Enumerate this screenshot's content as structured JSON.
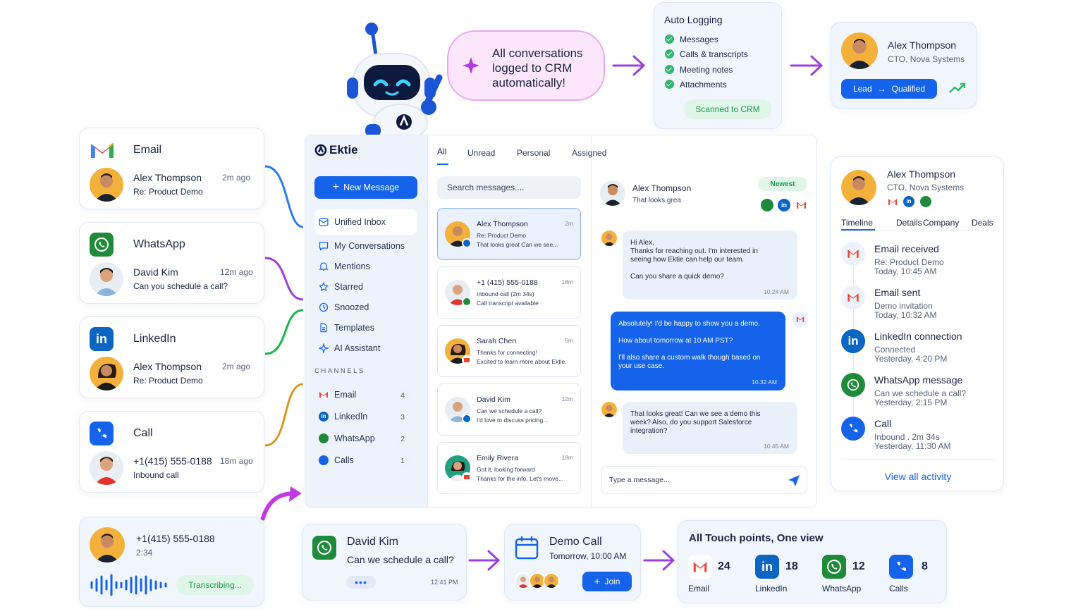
{
  "bot_bubble": {
    "text_line1": "All conversations",
    "text_line2": "logged to CRM",
    "text_line3": "automatically!"
  },
  "auto_logging": {
    "title": "Auto Logging",
    "items": [
      "Messages",
      "Calls & transcripts",
      "Meeting notes",
      "Attachments"
    ],
    "button": "Scanned to CRM"
  },
  "top_contact": {
    "name": "Alex Thompson",
    "role": "CTO, Nova Systems",
    "lead_from": "Lead",
    "lead_arrow": "→",
    "lead_to": "Qualified"
  },
  "channel_cards": [
    {
      "channel": "Email",
      "name": "Alex Thompson",
      "time": "2m ago",
      "text": "Re: Product Demo"
    },
    {
      "channel": "WhatsApp",
      "name": "David Kim",
      "time": "12m ago",
      "text": "Can you schedule a call?"
    },
    {
      "channel": "LinkedIn",
      "name": "Alex Thompson",
      "time": "2m ago",
      "text": "Re: Product Demo"
    },
    {
      "channel": "Call",
      "name": "+1(415) 555-0188",
      "time": "18m ago",
      "text": "Inbound call"
    }
  ],
  "transcribe_card": {
    "number": "+1(415) 555-0188",
    "duration": "2:34",
    "status": "Transcribing..."
  },
  "app": {
    "logo": "Ektie",
    "new_message": "New Message",
    "nav": [
      "Unified Inbox",
      "My Conversations",
      "Mentions",
      "Starred",
      "Snoozed",
      "Templates",
      "AI Assistant"
    ],
    "channels_header": "CHANNELS",
    "channels": [
      {
        "label": "Email",
        "count": "4"
      },
      {
        "label": "LinkedIn",
        "count": "3"
      },
      {
        "label": "WhatsApp",
        "count": "2"
      },
      {
        "label": "Calls",
        "count": "1"
      }
    ],
    "tabs": [
      "All",
      "Unread",
      "Personal",
      "Assigned"
    ],
    "search_placeholder": "Search messages....",
    "messages": [
      {
        "name": "Alex Thompson",
        "time": "2m",
        "line1": "Re: Product Demo",
        "line2": "That looks great Can we see..."
      },
      {
        "name": "+1 (415) 555-0188",
        "time": "18m",
        "line1": "Inbound call (2m 34s)",
        "line2": "Call transcript available"
      },
      {
        "name": "Sarah Chen",
        "time": "5m",
        "line1": "Thanks for connecting!",
        "line2": "Excited to learn more about Ektie."
      },
      {
        "name": "David Kim",
        "time": "12m",
        "line1": "Can we schedule a call?",
        "line2": "I'd love to discuss pricing..."
      },
      {
        "name": "Emily Rivera",
        "time": "18m",
        "line1": "Got it, looking forward",
        "line2": "Thanks for the info. Let's move..."
      }
    ],
    "conversation": {
      "name": "Alex Thompson",
      "preview": "That looks grea",
      "badge": "Newest",
      "msg1": {
        "l1": "Hi Alex,",
        "l2": "Thanks for reaching out. I'm interested in",
        "l3": "seeing how Ektie can help our team.",
        "l4": "Can you share a quick demo?",
        "time": "10.24 AM"
      },
      "msg2": {
        "l1": "Absolutely! I'd be happy to show you a demo.",
        "l2": "How about tomorrow at 10 AM PST?",
        "l3": "I'll also share a custom walk though based on",
        "l4": "your use case.",
        "time": "10.32 AM"
      },
      "msg3": {
        "l1": "That looks great! Can we see a demo this",
        "l2": "week? Also, do you support Salesforce",
        "l3": "integration?",
        "time": "10.45 AM"
      },
      "input_placeholder": "Type a message..."
    }
  },
  "profile": {
    "name": "Alex Thompson",
    "role": "CTO, Nova Systems",
    "tabs": [
      "Timeline",
      "Details",
      "Company",
      "Deals"
    ],
    "timeline": [
      {
        "title": "Email received",
        "sub": "Re: Product Demo",
        "when": "Today, 10:45 AM"
      },
      {
        "title": "Email sent",
        "sub": "Demo invitation",
        "when": "Today, 10:32 AM"
      },
      {
        "title": "LinkedIn connection",
        "sub": "Connected",
        "when": "Yesterday, 4:20 PM"
      },
      {
        "title": "WhatsApp message",
        "sub": "Can we schedule a call?",
        "when": "Yesterday, 2:15 PM"
      },
      {
        "title": "Call",
        "sub": "Inbound . 2m 34s",
        "when": "Yesterday, 11:30 AM"
      }
    ],
    "view_all": "View all activity"
  },
  "wa_card": {
    "name": "David Kim",
    "text": "Can we schedule a call?",
    "dots": "•••",
    "time": "12:41 PM"
  },
  "demo_card": {
    "title": "Demo Call",
    "when": "Tomorrow, 10:00 AM",
    "button": "Join",
    "button_icon": "+"
  },
  "touchpoints": {
    "title": "All Touch points, One view",
    "items": [
      {
        "label": "Email",
        "count": "24"
      },
      {
        "label": "LinkedIn",
        "count": "18"
      },
      {
        "label": "WhatsApp",
        "count": "12"
      },
      {
        "label": "Calls",
        "count": "8"
      }
    ]
  },
  "colors": {
    "primary": "#1463ea",
    "whatsapp": "#1f8a3a",
    "linkedin": "#0a66c2",
    "accent_purple": "#9b3fe0",
    "green_check": "#2fb86a"
  }
}
